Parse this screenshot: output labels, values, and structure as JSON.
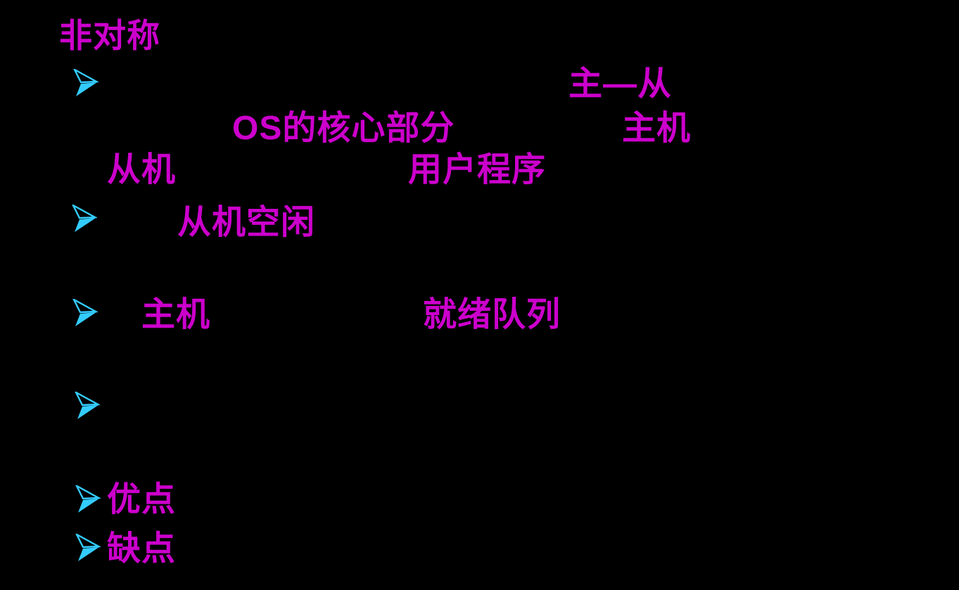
{
  "colors": {
    "background": "#000000",
    "text": "#CC00CC",
    "bullet": "#33CCFF"
  },
  "title": {
    "text": "非对称"
  },
  "fragments": [
    {
      "name": "master-slave",
      "text": "主—从"
    },
    {
      "name": "os-core-part",
      "text": "OS的核心部分"
    },
    {
      "name": "master-host",
      "text": "主机"
    },
    {
      "name": "slave-machine",
      "text": "从机"
    },
    {
      "name": "user-program",
      "text": "用户程序"
    },
    {
      "name": "slave-idle",
      "text": "从机空闲"
    },
    {
      "name": "host",
      "text": "主机"
    },
    {
      "name": "ready-queue",
      "text": "就绪队列"
    },
    {
      "name": "advantages",
      "text": "优点"
    },
    {
      "name": "disadvantages",
      "text": "缺点"
    }
  ],
  "bullets": {
    "icon": "arrowhead-bullet-icon",
    "count": 6
  }
}
